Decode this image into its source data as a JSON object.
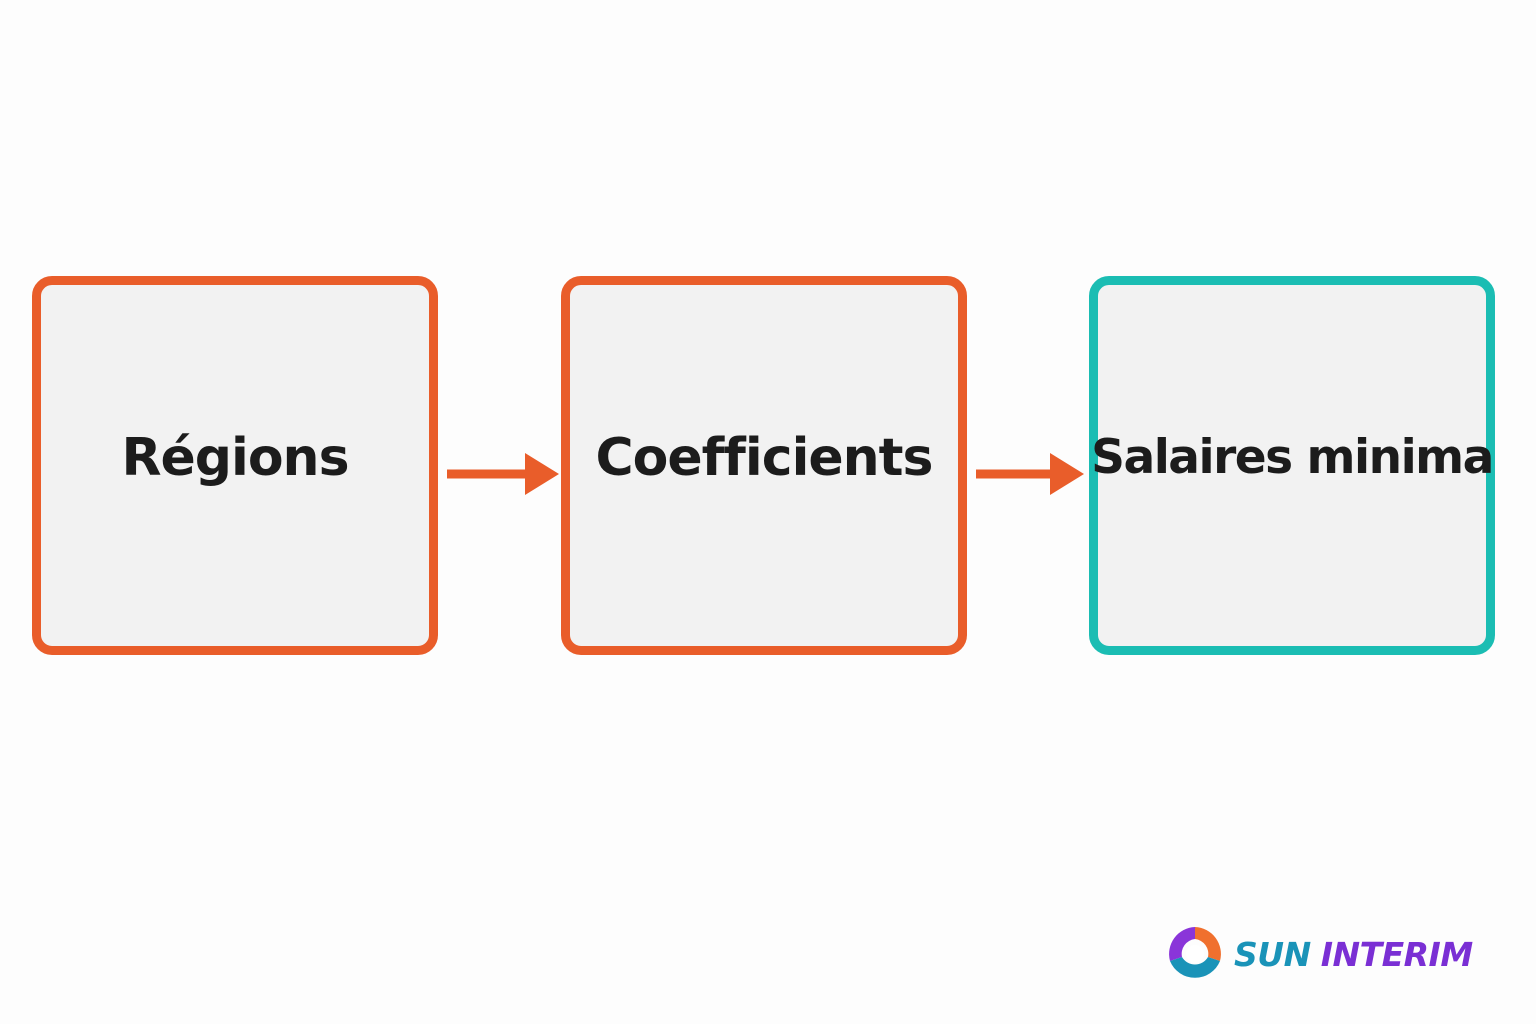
{
  "diagram": {
    "nodes": [
      {
        "id": "regions",
        "label": "Régions",
        "color": "#e95d2a"
      },
      {
        "id": "coefficients",
        "label": "Coefficients",
        "color": "#e95d2a"
      },
      {
        "id": "salaires",
        "label": "Salaires minima",
        "color": "#1bbdb3"
      }
    ],
    "edges": [
      {
        "from": "regions",
        "to": "coefficients",
        "color": "#e95d2a"
      },
      {
        "from": "coefficients",
        "to": "salaires",
        "color": "#e95d2a"
      }
    ]
  },
  "logo": {
    "word_1": "SUN",
    "word_2": "INTERIM",
    "colors": {
      "sun": "#1a93b8",
      "interim": "#7a2fd4",
      "mark_purple": "#8a35d9",
      "mark_orange": "#f0702e",
      "mark_teal": "#1a93b8"
    }
  }
}
